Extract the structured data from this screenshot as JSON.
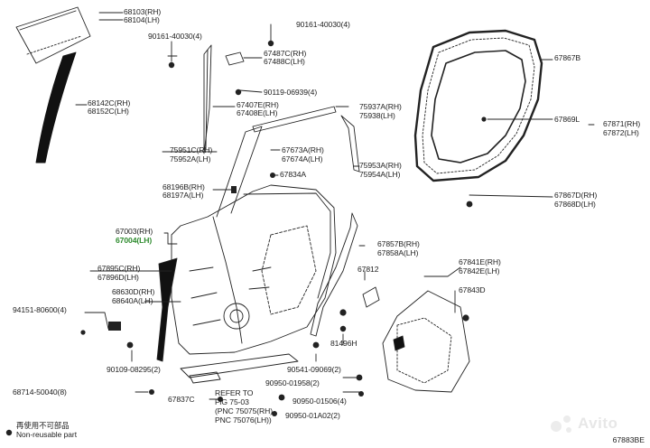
{
  "labels": {
    "p68103": "68103(RH)",
    "p68104": "68104(LH)",
    "p90161a": "90161-40030(4)",
    "p90161b": "90161-40030(4)",
    "p67487": "67487C(RH)",
    "p67488": "67488C(LH)",
    "p90119": "90119-06939(4)",
    "p68142": "68142C(RH)",
    "p68152": "68152C(LH)",
    "p67407": "67407E(RH)",
    "p67408": "67408E(LH)",
    "p75937": "75937A(RH)",
    "p75938": "75938(LH)",
    "p75951": "75951C(RH)",
    "p75952": "75952A(LH)",
    "p67673": "67673A(RH)",
    "p67674": "67674A(LH)",
    "p75953": "75953A(RH)",
    "p75954": "75954A(LH)",
    "p67834": "67834A",
    "p68196": "68196B(RH)",
    "p68197": "68197A(LH)",
    "p67003": "67003(RH)",
    "p67004": "67004(LH)",
    "p67857": "67857B(RH)",
    "p67858": "67858A(LH)",
    "p67895": "67895C(RH)",
    "p67896": "67896D(LH)",
    "p67812": "67812",
    "p68630": "68630D(RH)",
    "p68640": "68640A(LH)",
    "p94151": "94151-80600(4)",
    "p81496": "81496H",
    "p90109": "90109-08295(2)",
    "p90541": "90541-09069(2)",
    "p68714": "68714-50040(8)",
    "p90950a": "90950-01958(2)",
    "p90950b": "90950-01506(4)",
    "p90950c": "90950-01A02(2)",
    "p67837": "67837C",
    "p67867": "67867B",
    "p67869": "67869L",
    "p67871": "67871(RH)",
    "p67872": "67872(LH)",
    "p67867d": "67867D(RH)",
    "p67868": "67868D(LH)",
    "p67841": "67841E(RH)",
    "p67842": "67842E(LH)",
    "p67843": "67843D",
    "refer1": "REFER TO",
    "refer2": "FIG 75-03",
    "refer3": "(PNC 75075(RH)",
    "refer4": "PNC 75076(LH))"
  },
  "legend": {
    "line1": "再使用不可部品",
    "line2": "Non-reusable part"
  },
  "figure_code": "67883BE",
  "watermark": "Avito",
  "colors": {
    "line": "#222222",
    "highlight": "#2e8b2e"
  }
}
